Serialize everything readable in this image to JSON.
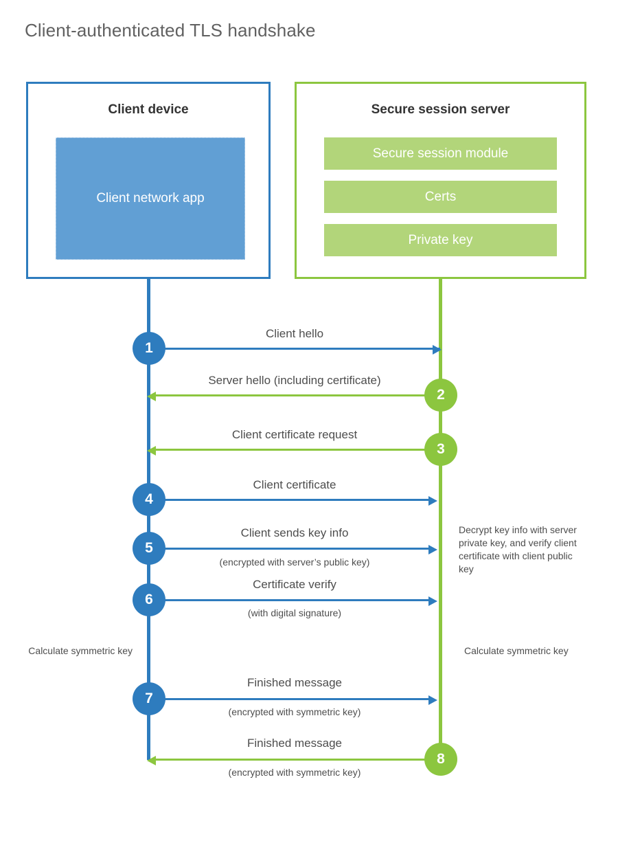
{
  "title": "Client-authenticated TLS handshake",
  "colors": {
    "client_blue": "#2e7cbe",
    "client_app_fill": "#619fd4",
    "server_green": "#8cc63f",
    "server_bar_fill": "#b2d57a",
    "title_gray": "#616161",
    "text_gray": "#4d4d4d",
    "background": "#ffffff"
  },
  "parties": {
    "client": {
      "title": "Client device",
      "app_label": "Client network app"
    },
    "server": {
      "title": "Secure session server",
      "bars": [
        "Secure session module",
        "Certs",
        "Private key"
      ]
    }
  },
  "messages": [
    {
      "step": "1",
      "label": "Client hello",
      "sublabel": "",
      "direction": "client-to-server",
      "color": "blue"
    },
    {
      "step": "2",
      "label": "Server hello (including certificate)",
      "sublabel": "",
      "direction": "server-to-client",
      "color": "green"
    },
    {
      "step": "3",
      "label": "Client certificate request",
      "sublabel": "",
      "direction": "server-to-client",
      "color": "green"
    },
    {
      "step": "4",
      "label": "Client certificate",
      "sublabel": "",
      "direction": "client-to-server",
      "color": "blue"
    },
    {
      "step": "5",
      "label": "Client sends key info",
      "sublabel": "(encrypted with server’s public key)",
      "direction": "client-to-server",
      "color": "blue"
    },
    {
      "step": "6",
      "label": "Certificate verify",
      "sublabel": "(with digital signature)",
      "direction": "client-to-server",
      "color": "blue"
    },
    {
      "step": "7",
      "label": "Finished message",
      "sublabel": "(encrypted with symmetric key)",
      "direction": "client-to-server",
      "color": "blue"
    },
    {
      "step": "8",
      "label": "Finished message",
      "sublabel": "(encrypted with symmetric key)",
      "direction": "server-to-client",
      "color": "green"
    }
  ],
  "notes": {
    "server_decrypt": "Decrypt key info with server private key, and verify client certificate with client public key",
    "client_calculate": "Calculate symmetric key",
    "server_calculate": "Calculate symmetric key"
  }
}
